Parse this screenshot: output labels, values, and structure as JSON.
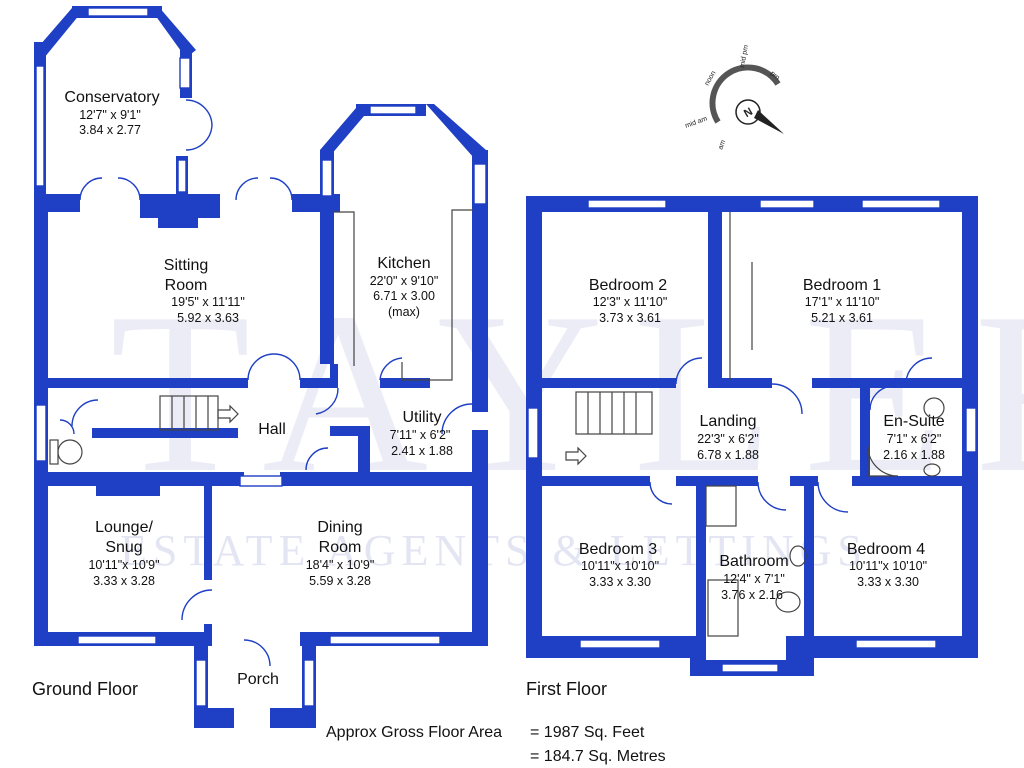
{
  "ground_floor": {
    "label": "Ground Floor",
    "rooms": [
      {
        "name": "Conservatory",
        "imperial": "12'7\" x  9'1\"",
        "metric": "3.84  x  2.77"
      },
      {
        "name": "Sitting",
        "name2": "Room",
        "imperial": "19'5\" x 11'11\"",
        "metric": "5.92  x  3.63"
      },
      {
        "name": "Kitchen",
        "imperial": "22'0\" x  9'10\"",
        "metric": "6.71  x  3.00",
        "note": "(max)"
      },
      {
        "name": "Hall"
      },
      {
        "name": "Utility",
        "imperial": "7'11\" x  6'2\"",
        "metric": "2.41  x  1.88"
      },
      {
        "name": "Lounge/",
        "name2": "Snug",
        "imperial": "10'11\"x  10'9\"",
        "metric": "3.33  x  3.28"
      },
      {
        "name": "Dining",
        "name2": "Room",
        "imperial": "18'4\" x  10'9\"",
        "metric": "5.59  x  3.28"
      },
      {
        "name": "Porch"
      }
    ]
  },
  "first_floor": {
    "label": "First Floor",
    "rooms": [
      {
        "name": "Bedroom 2",
        "imperial": "12'3\" x 11'10\"",
        "metric": "3.73  x  3.61"
      },
      {
        "name": "Bedroom 1",
        "imperial": "17'1\" x 11'10\"",
        "metric": "5.21  x  3.61"
      },
      {
        "name": "Landing",
        "imperial": "22'3\" x  6'2\"",
        "metric": "6.78  x  1.88"
      },
      {
        "name": "En-Suite",
        "imperial": "7'1\"  x  6'2\"",
        "metric": "2.16  x  1.88"
      },
      {
        "name": "Bedroom 3",
        "imperial": "10'11\"x 10'10\"",
        "metric": "3.33  x  3.30"
      },
      {
        "name": "Bathroom",
        "imperial": "12'4\"  x  7'1\"",
        "metric": "3.76  x  2.16"
      },
      {
        "name": "Bedroom 4",
        "imperial": "10'11\"x 10'10\"",
        "metric": "3.33  x  3.30"
      }
    ]
  },
  "area": {
    "label": "Approx Gross Floor Area",
    "sq_feet": "=  1987  Sq. Feet",
    "sq_metres": "=  184.7  Sq. Metres"
  },
  "compass": {
    "north": "N",
    "labels": [
      "noon",
      "mid pm",
      "pm",
      "mid am",
      "am"
    ]
  },
  "colors": {
    "walls": "#1f3fc4",
    "watermark": "#c9cde8",
    "text": "#111111"
  }
}
